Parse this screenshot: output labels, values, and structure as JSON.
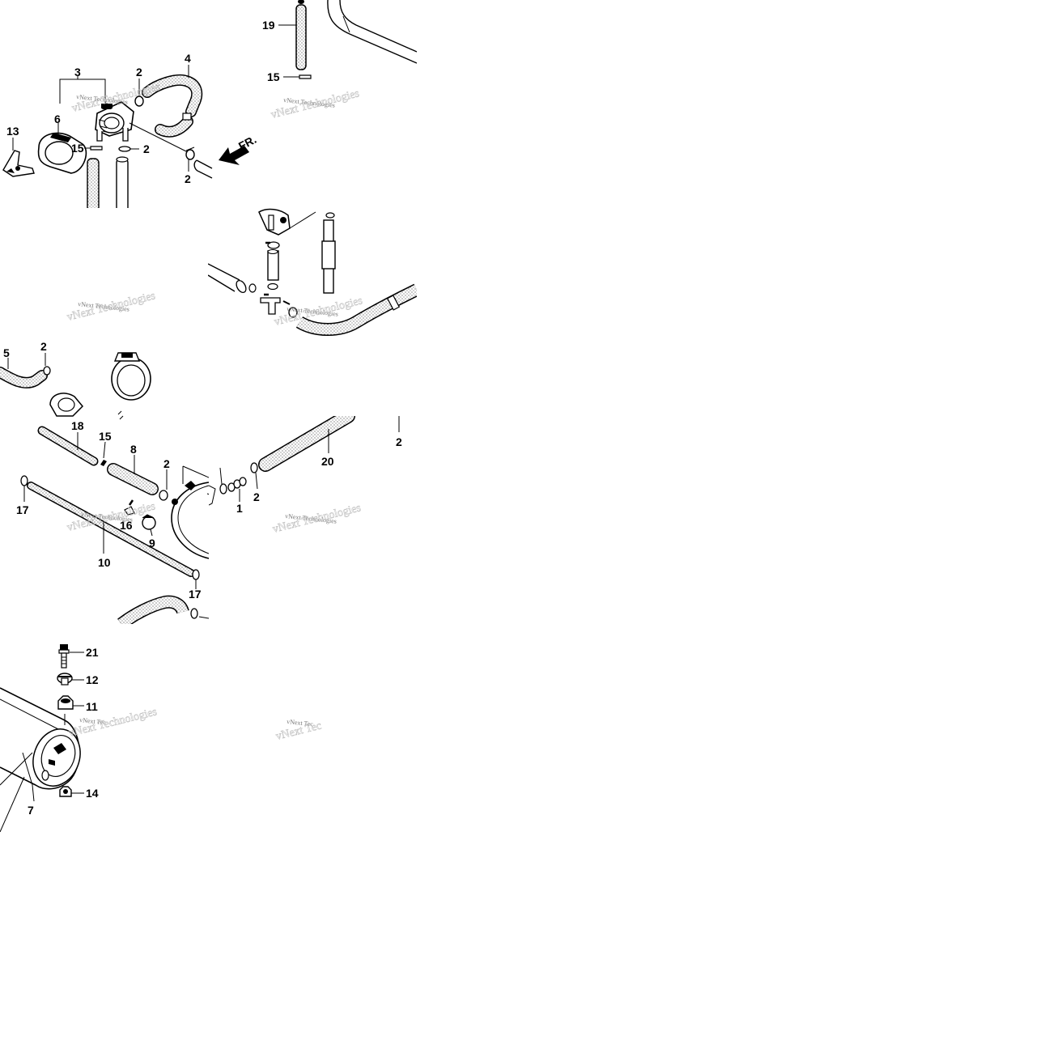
{
  "diagram": {
    "callouts": {
      "t1": [
        "19",
        "15",
        "3",
        "2",
        "4",
        "6",
        "13",
        "15",
        "2",
        "2",
        "FR."
      ],
      "t3": [
        "5",
        "2",
        "18",
        "15",
        "8",
        "2",
        "2",
        "17",
        "2",
        "1",
        "20",
        "16",
        "9",
        "10",
        "17"
      ],
      "t4": [
        "2"
      ],
      "t5": [
        "21",
        "12",
        "11",
        "14",
        "7"
      ]
    },
    "watermark": {
      "full": "vNext Technologies",
      "partial": "vNext Tec",
      "ghost": "vNext Technologies"
    },
    "icons": [
      "front-direction-arrow-icon"
    ]
  }
}
